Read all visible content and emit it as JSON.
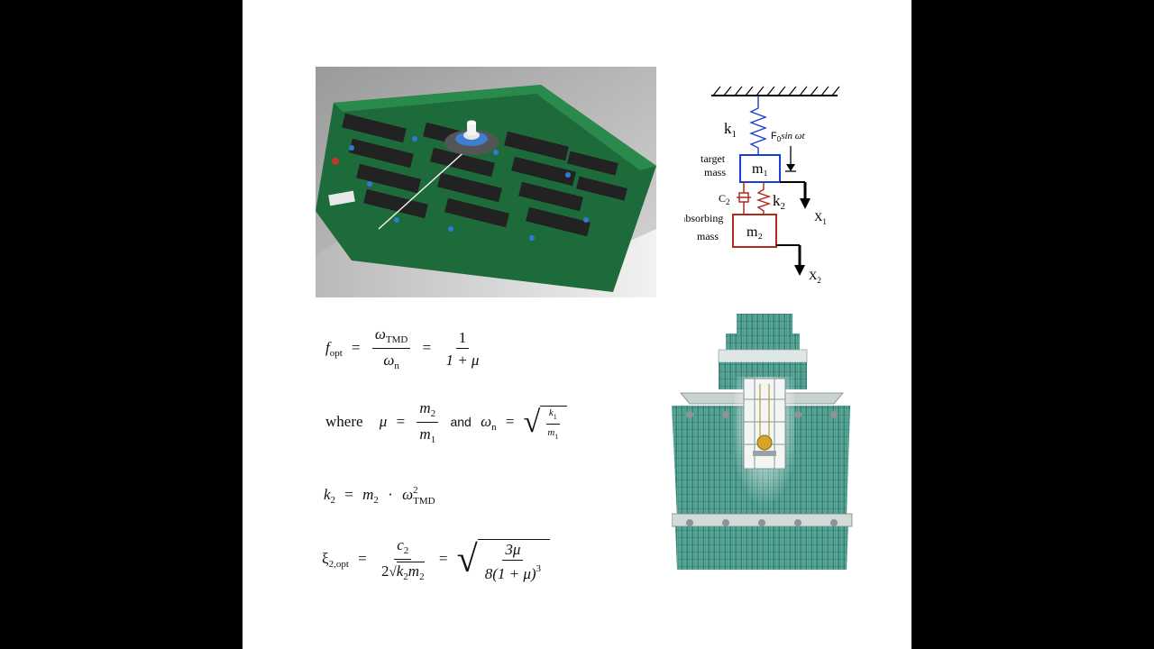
{
  "diagram": {
    "k1": "k",
    "k1_sub": "1",
    "force": "F",
    "force_sub": "0",
    "force_tail": "sin ωt",
    "target_line1": "target",
    "target_line2": "mass",
    "m1": "m₁",
    "c2": "C",
    "c2_sub": "2",
    "k2": "k",
    "k2_sub": "2",
    "x1": "X",
    "x1_sub": "1",
    "absorb_line1": "absorbing",
    "absorb_line2": "mass",
    "m2": "m₂",
    "x2": "X",
    "x2_sub": "2"
  },
  "eq1": {
    "lhs": "f",
    "lhs_sub": "opt",
    "eq": "=",
    "num1": "ω",
    "num1_sub": "TMD",
    "den1": "ω",
    "den1_sub": "n",
    "eq2": "=",
    "num2": "1",
    "den2": "1 + μ"
  },
  "eq2": {
    "where": "where",
    "mu": "μ",
    "eq": "=",
    "num": "m",
    "num_sub": "2",
    "den": "m",
    "den_sub": "1",
    "and": "and",
    "omega": "ω",
    "omega_sub": "n",
    "eq2": "=",
    "rnum": "k",
    "rnum_sub": "1",
    "rden": "m",
    "rden_sub": "1"
  },
  "eq3": {
    "k": "k",
    "k_sub": "2",
    "eq": "=",
    "m": "m",
    "m_sub": "2",
    "dot": "·",
    "omega": "ω",
    "omega_sup": "2",
    "omega_sub": "TMD"
  },
  "eq4": {
    "xi": "ξ",
    "xi_sub": "2,opt",
    "eq": "=",
    "num": "c",
    "num_sub": "2",
    "den_pre": "2",
    "den_k": "k",
    "den_k_sub": "2",
    "den_m": "m",
    "den_m_sub": "2",
    "eq2": "=",
    "rnum": "3μ",
    "rden": "8(1 + μ)",
    "rden_sup": "3"
  }
}
